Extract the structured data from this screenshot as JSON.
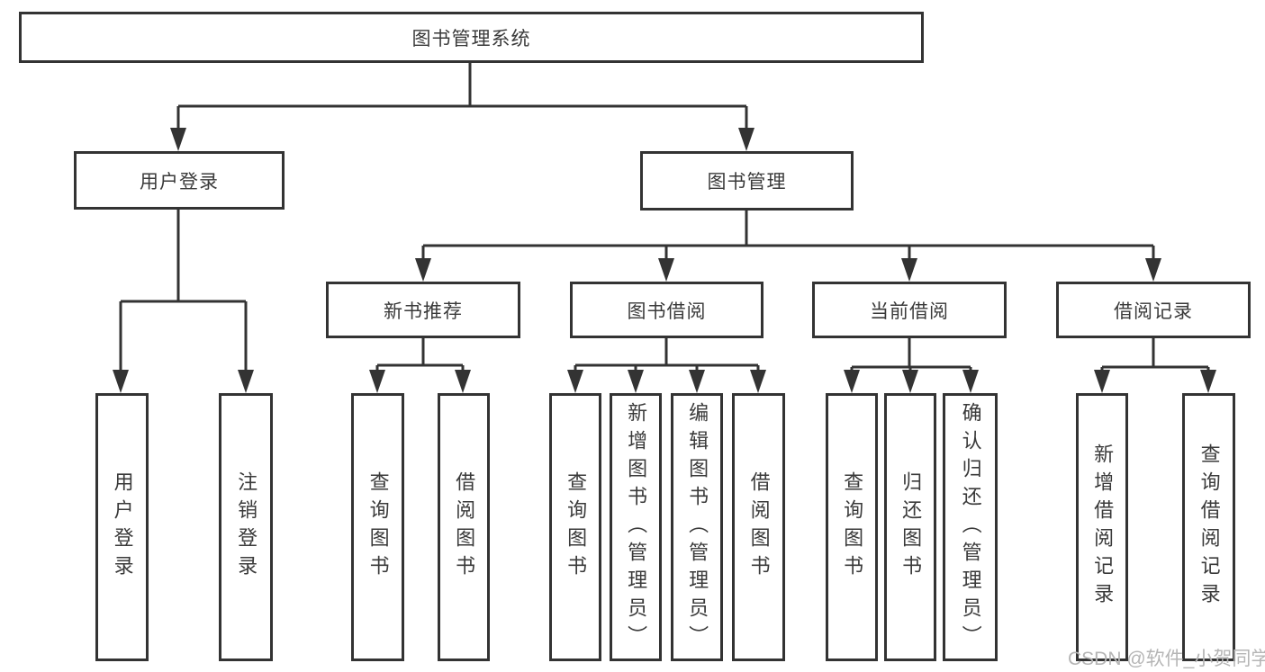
{
  "tree": {
    "root": "图书管理系统",
    "level1": [
      "用户登录",
      "图书管理"
    ],
    "level2": [
      "新书推荐",
      "图书借阅",
      "当前借阅",
      "借阅记录"
    ],
    "leaves": {
      "user_login": [
        "用户登录",
        "注销登录"
      ],
      "new_books": [
        "查询图书",
        "借阅图书"
      ],
      "book_borrow": [
        "查询图书",
        "新增图书（管理员）",
        "编辑图书（管理员）",
        "借阅图书"
      ],
      "current_borrow": [
        "查询图书",
        "归还图书",
        "确认归还（管理员）"
      ],
      "borrow_records": [
        "新增借阅记录",
        "查询借阅记录"
      ]
    }
  },
  "watermark": "CSDN @软件_小贺同学",
  "colors": {
    "line": "#333333",
    "box_border": "#333333",
    "text": "#3a3a3a",
    "background": "#ffffff",
    "watermark": "#b5b5b5"
  }
}
